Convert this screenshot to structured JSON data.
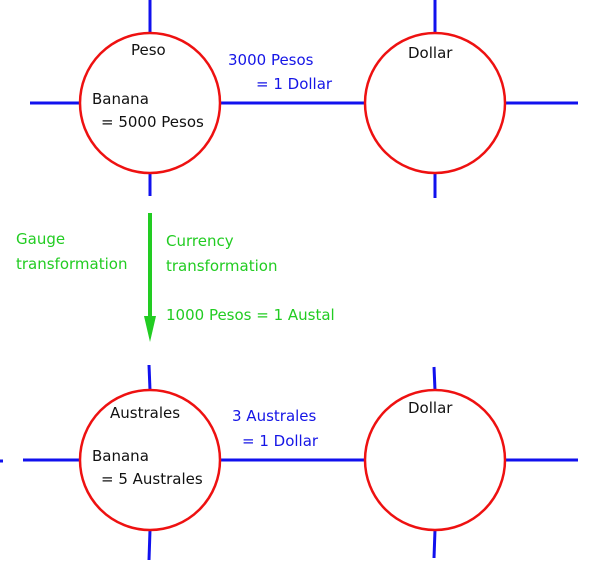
{
  "colors": {
    "circle": "#ee1111",
    "line": "#1111ee",
    "arrow": "#22cc22",
    "text": "#111111",
    "rate_text": "#1515e6",
    "transform_text": "#22cc22"
  },
  "top": {
    "left_node": {
      "currency": "Peso",
      "price_line1": "Banana",
      "price_line2": "= 5000 Pesos"
    },
    "exchange": {
      "line1": "3000 Pesos",
      "line2": "= 1 Dollar"
    },
    "right_node": {
      "currency": "Dollar"
    }
  },
  "transformation": {
    "left_line1": "Gauge",
    "left_line2": "transformation",
    "right_line1": "Currency",
    "right_line2": "transformation",
    "rate": "1000 Pesos = 1 Austal"
  },
  "bottom": {
    "left_node": {
      "currency": "Australes",
      "price_line1": "Banana",
      "price_line2": "= 5 Australes"
    },
    "exchange": {
      "line1": "3 Australes",
      "line2": "= 1 Dollar"
    },
    "right_node": {
      "currency": "Dollar"
    }
  }
}
